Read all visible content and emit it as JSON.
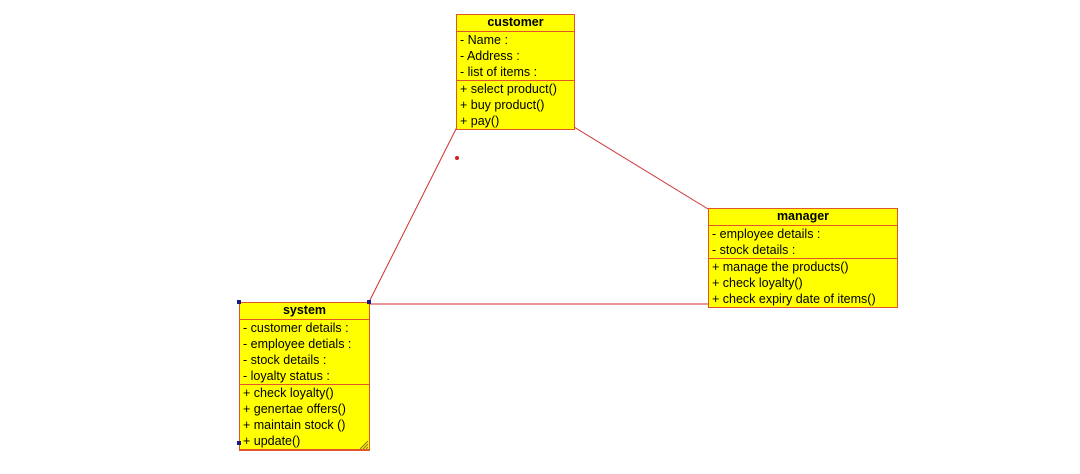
{
  "colors": {
    "class_fill": "#ffff00",
    "class_border": "#e0552a",
    "connector": "#d03030",
    "handle": "#1a1a8c"
  },
  "classes": {
    "customer": {
      "name": "customer",
      "attributes": [
        "- Name :",
        "- Address :",
        "- list of items :"
      ],
      "operations": [
        "+ select product()",
        "+ buy product()",
        "+ pay()"
      ]
    },
    "manager": {
      "name": "manager",
      "attributes": [
        "- employee details :",
        "- stock details :"
      ],
      "operations": [
        "+ manage the products()",
        "+ check loyalty()",
        "+ check expiry date of items()"
      ]
    },
    "system": {
      "name": "system",
      "attributes": [
        "- customer details :",
        "- employee detials :",
        "- stock details :",
        "- loyalty status :"
      ],
      "operations": [
        "+ check loyalty()",
        "+ genertae offers()",
        "+ maintain stock ()",
        "+ update()"
      ]
    }
  }
}
